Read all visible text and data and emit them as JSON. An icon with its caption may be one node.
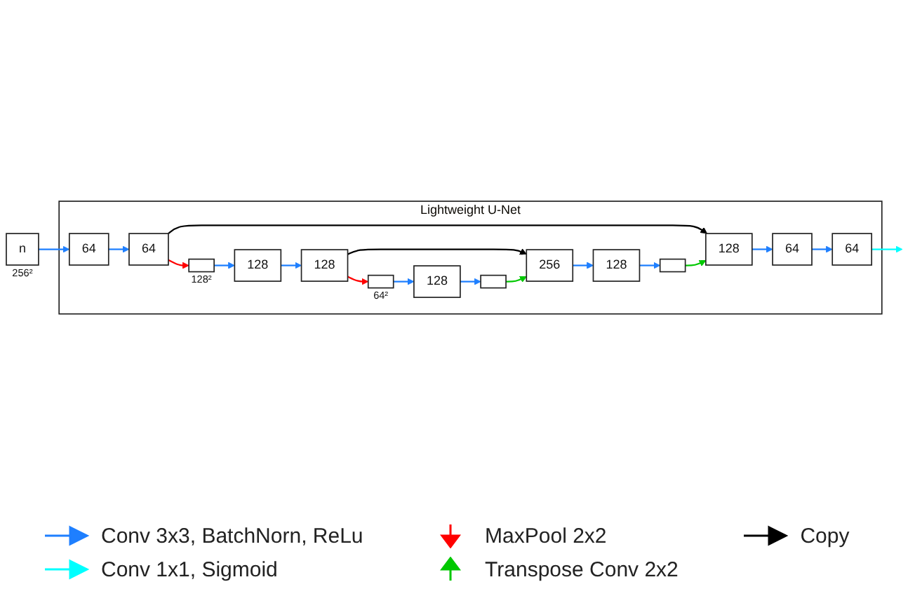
{
  "diagram": {
    "nodes": [
      {
        "text": [
          "Lightweight U-Net"
        ]
      },
      {
        "text": [
          "n"
        ],
        "beside": [
          "256²"
        ]
      },
      {
        "text": [
          "64"
        ],
        "in": 0
      },
      {
        "text": [
          "64"
        ],
        "in": 0
      },
      {
        "text": [],
        "shape": "box",
        "beside": [
          "128²"
        ],
        "in": 0
      },
      {
        "text": [
          "128"
        ],
        "in": 0
      },
      {
        "text": [
          "128"
        ],
        "in": 0
      },
      {
        "text": [],
        "shape": "box",
        "beside": [
          "64²"
        ],
        "in": 0
      },
      {
        "text": [
          "128"
        ],
        "in": 0
      },
      {
        "text": [],
        "shape": "box",
        "in": 0
      },
      {
        "text": [
          "256"
        ],
        "in": 0
      },
      {
        "text": [
          "128"
        ],
        "in": 0
      },
      {
        "text": [],
        "shape": "box",
        "in": 0
      },
      {
        "text": [
          "128"
        ],
        "in": 0
      },
      {
        "text": [
          "64"
        ],
        "in": 0
      },
      {
        "text": [
          "64"
        ],
        "in": 0
      }
    ],
    "edges": [
      {
        "from": 1,
        "to": 2,
        "arrow": "to"
      },
      {
        "from": 2,
        "to": 3,
        "arrow": "to"
      },
      {
        "from": 3,
        "to": 13,
        "arrow": "to",
        "color": "#000000"
      },
      {
        "from": 3,
        "to": 4,
        "arrow": "to",
        "color": "#ff0000"
      },
      {
        "from": 4,
        "to": 5,
        "arrow": "to"
      },
      {
        "from": 5,
        "to": 6,
        "arrow": "to"
      },
      {
        "from": 6,
        "to": 10,
        "arrow": "to",
        "color": "#000000"
      },
      {
        "from": 6,
        "to": 7,
        "arrow": "to",
        "color": "#ff0000"
      },
      {
        "from": 7,
        "to": 8,
        "arrow": "to"
      },
      {
        "from": 8,
        "to": 9,
        "arrow": "to"
      },
      {
        "from": 9,
        "to": 10,
        "arrow": "to",
        "color": "#00c800"
      },
      {
        "from": 10,
        "to": 11,
        "arrow": "to"
      },
      {
        "from": 11,
        "to": 12,
        "arrow": "to"
      },
      {
        "from": 12,
        "to": 13,
        "arrow": "to",
        "color": "#00c800"
      },
      {
        "from": 13,
        "to": 14,
        "arrow": "to"
      },
      {
        "from": 14,
        "to": 15,
        "arrow": "to"
      },
      {
        "from": 15,
        "to": null,
        "arrow": "to",
        "color": "#00ffff"
      }
    ],
    "legend": [
      {
        "text": "Conv 3x3, BatchNorn, ReLu"
      },
      {
        "text": "MaxPool 2x2"
      },
      {
        "text": "Copy"
      },
      {
        "text": "Conv 1x1, Sigmoid"
      },
      {
        "text": "Transpose Conv 2x2"
      }
    ]
  }
}
